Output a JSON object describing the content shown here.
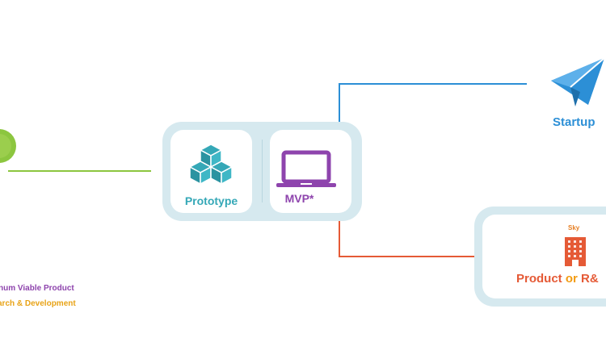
{
  "nodes": {
    "prototype": {
      "label": "Prototype",
      "icon": "cubes-icon"
    },
    "mvp": {
      "label": "MVP*",
      "icon": "laptop-icon"
    },
    "startup": {
      "label": "Startup",
      "icon": "paper-plane-icon"
    },
    "product": {
      "word1": "Product",
      "or_word": "or",
      "word2": "R&",
      "sub": "Sky",
      "icon": "building-icon"
    }
  },
  "legend": {
    "mvp": "num Viable Product",
    "rd": "arch & Development"
  },
  "colors": {
    "green": "#8cc63f",
    "teal": "#35a8b7",
    "purple": "#8e44ad",
    "blue": "#2c8fd6",
    "orange": "#e55a36",
    "panel": "#d6e9ef"
  }
}
